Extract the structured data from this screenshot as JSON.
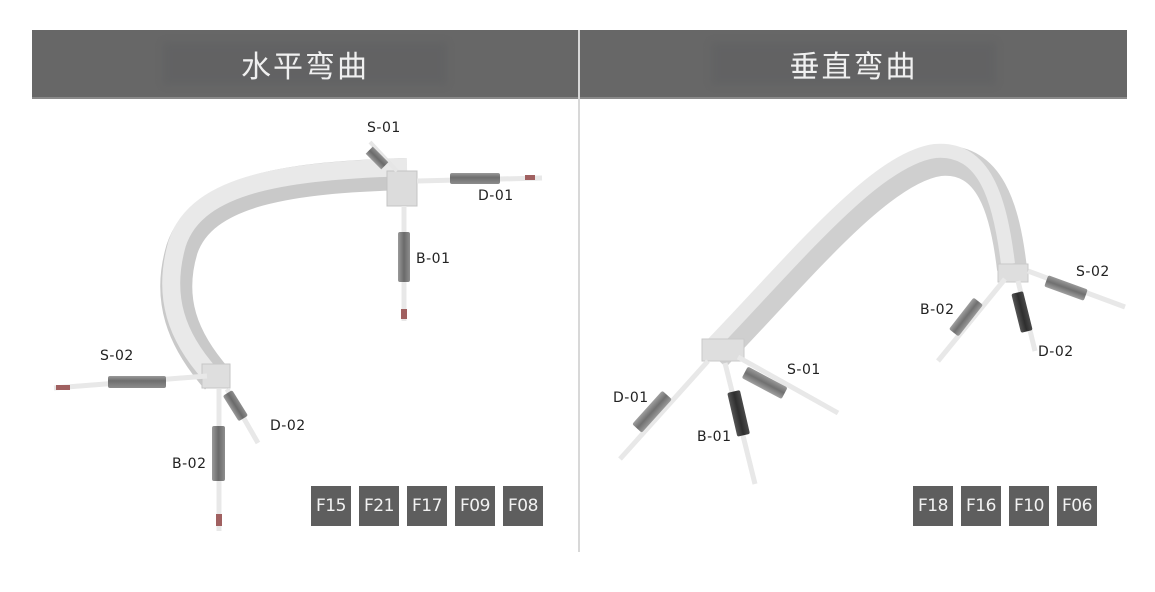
{
  "panels": [
    {
      "title": "水平弯曲",
      "labels": {
        "s01": "S-01",
        "d01": "D-01",
        "b01": "B-01",
        "s02": "S-02",
        "d02": "D-02",
        "b02": "B-02"
      },
      "codes": [
        "F15",
        "F21",
        "F17",
        "F09",
        "F08"
      ]
    },
    {
      "title": "垂直弯曲",
      "labels": {
        "s01": "S-01",
        "d01": "D-01",
        "b01": "B-01",
        "s02": "S-02",
        "d02": "D-02",
        "b02": "B-02"
      },
      "codes": [
        "F18",
        "F16",
        "F10",
        "F06"
      ]
    }
  ],
  "colors": {
    "header_bg": "#676767",
    "code_bg": "#5e5e5e",
    "divider": "#d8d8d8"
  }
}
